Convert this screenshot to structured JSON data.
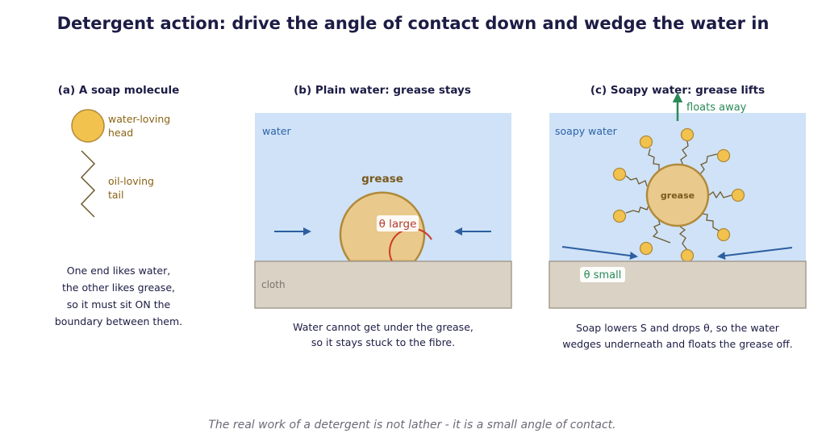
{
  "title": "Detergent action: drive the angle of contact down and wedge the water in",
  "colors": {
    "water": "#cfe2f7",
    "cloth": "#dad2c5",
    "grease": "#eac98c",
    "grease_stroke": "#b08a3a",
    "head": "#f2c24e",
    "arrow_blue": "#2c5fa0",
    "arrow_green": "#2a8a58",
    "angle_red": "#cc3a2a"
  },
  "panel_a": {
    "heading": "(a) A soap molecule",
    "head_label_1": "water-loving",
    "head_label_2": "head",
    "tail_label_1": "oil-loving",
    "tail_label_2": "tail",
    "caption": [
      "One end likes water,",
      "the other likes grease,",
      "so it must sit ON the",
      "boundary between them."
    ]
  },
  "panel_b": {
    "heading": "(b) Plain water: grease stays",
    "water_label": "water",
    "grease_label": "grease",
    "angle_label": "θ large",
    "cloth_label": "cloth",
    "caption": [
      "Water cannot get under the grease,",
      "so it stays stuck to the fibre."
    ]
  },
  "panel_c": {
    "heading": "(c) Soapy water: grease lifts",
    "water_label": "soapy water",
    "float_label": "floats away",
    "grease_label": "grease",
    "angle_label": "θ small",
    "caption": [
      "Soap lowers S and drops θ, so the water",
      "wedges underneath and floats the grease off."
    ]
  },
  "footer": "The real work of a detergent is not lather - it is a small angle of contact."
}
